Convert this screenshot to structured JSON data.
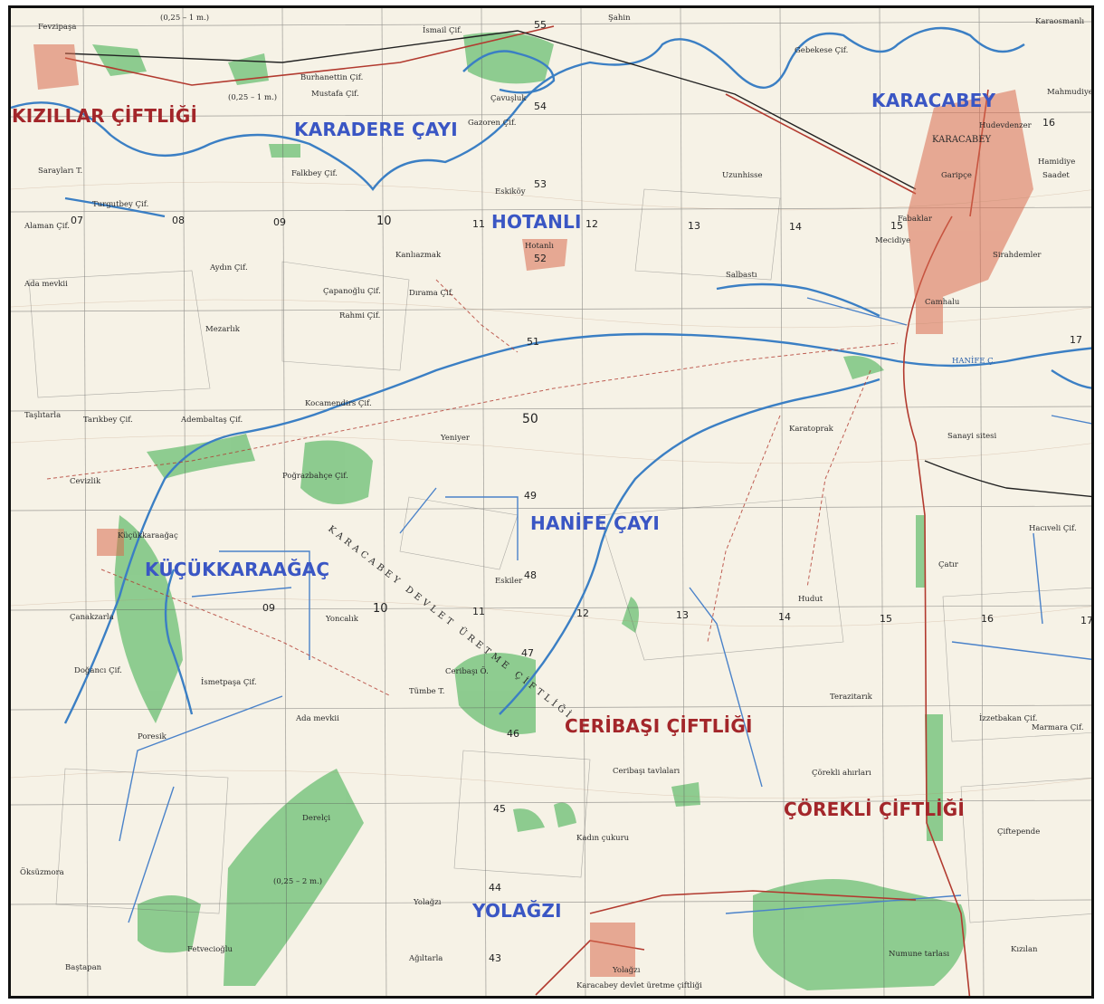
{
  "overlay_labels": {
    "kizillar": "KIZILLAR ÇİFTLİĞİ",
    "karadere": "KARADERE ÇAYI",
    "karacabey": "KARACABEY",
    "hotanli": "HOTANLI",
    "hanife": "HANİFE ÇAYI",
    "kucukkaraagac": "KÜÇÜKKARAAĞAÇ",
    "ceribasi": "CERİBAŞI ÇİFTLİĞİ",
    "corekli": "ÇÖREKLİ ÇİFTLİĞİ",
    "yolagzi": "YOLAĞZI"
  },
  "place_names": [
    "Fevzipaşa",
    "Şahin",
    "İsmail Çif.",
    "Burhanettin Çif.",
    "Mustafa Çif.",
    "Çavuşluk",
    "Gazoren Çif.",
    "Gebekese Çif.",
    "Karaosmanlı",
    "Mahmudiye",
    "Hudevdenzer",
    "KARACABEY",
    "Sarayları T.",
    "Turgutbey Çif.",
    "Alaman Çif.",
    "Falkbey Çif.",
    "Eskiköy",
    "Uzunhisse",
    "Garipçe",
    "Hamidiye",
    "Saadet",
    "Fabaklar",
    "Mecidiye",
    "Sirahdemler",
    "Kanlıazmak",
    "Hotanlı",
    "Salbastı",
    "Aydın Çif.",
    "Ada mevkii",
    "Çapanoğlu Çif.",
    "Dırama Çif.",
    "Rahmi Çif.",
    "Mezarlık",
    "Camhalu",
    "Kocamendirs Çif.",
    "Taşlıtarla",
    "Tarıkbey Çif.",
    "Adembaltaş Çif.",
    "Yeniyer",
    "Karatoprak",
    "Sanayi sitesi",
    "Cevizlik",
    "Poğrazbahçe Çif.",
    "Küçükkaraağaç",
    "Çanakzarla",
    "Yoncalık",
    "Eskiler",
    "Hudut",
    "Hacıveli Çif.",
    "Çatır",
    "Doğancı Çif.",
    "İsmetpaşa Çif.",
    "Tümbe T.",
    "Ceribaşı Ö.",
    "Ada mevkii",
    "Terazitarık",
    "İzzetbakan Çif.",
    "Marmara Çif.",
    "Poresik",
    "Ceribaşı tavlaları",
    "Çörekli ahırları",
    "Derelçi",
    "Kadın çukuru",
    "Çiftepende",
    "Öksüzmora",
    "Yolağzı",
    "Kızılan",
    "Fetvecioğlu",
    "Ağıltarla",
    "Yolağzı",
    "Numune tarlası",
    "Baştapan",
    "Karacabey devlet üretme çiftliği",
    "KARACABEY DEVLET ÜRETME ÇİFTLİĞİ"
  ],
  "grid_numbers": [
    "55",
    "54",
    "53",
    "52",
    "51",
    "50",
    "49",
    "48",
    "47",
    "46",
    "45",
    "44",
    "43",
    "07",
    "08",
    "09",
    "10",
    "11",
    "12",
    "13",
    "14",
    "15",
    "16",
    "17",
    "09",
    "10",
    "11",
    "12",
    "13",
    "14",
    "15",
    "16",
    "17"
  ],
  "annotations": [
    "(0,25 – 1 m.)",
    "(0,25 – 1 m.)",
    "(0,25 – 2 m.)",
    "HANİFE Ç."
  ],
  "colors": {
    "paper": "#f6f2e6",
    "forest": "#6fbf73",
    "river": "#3b7fc4",
    "road_red": "#b23a2f",
    "grid": "#4a4a4a",
    "town": "#d96b4f"
  }
}
